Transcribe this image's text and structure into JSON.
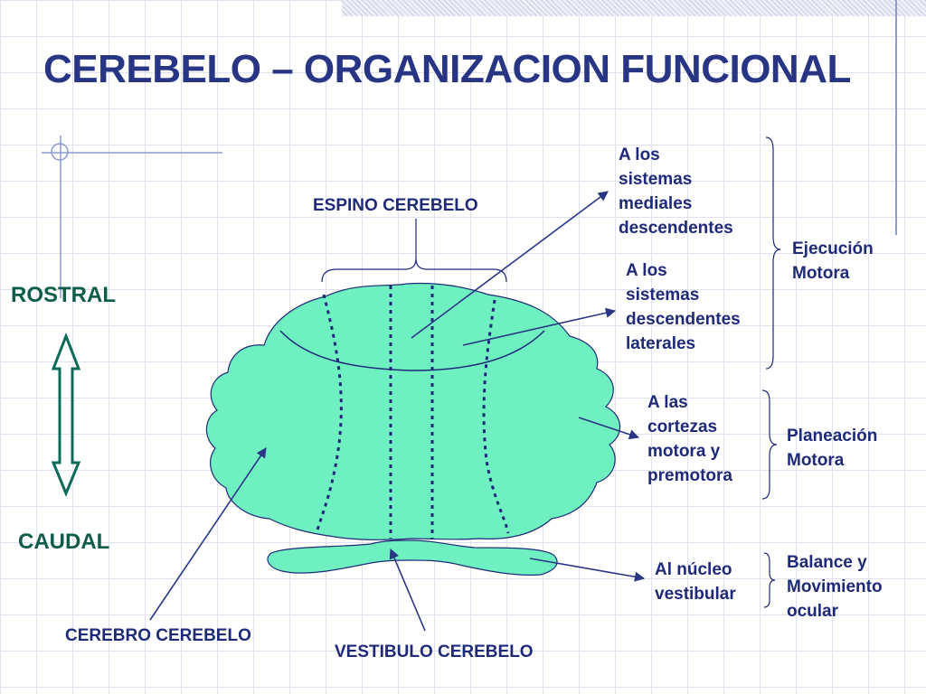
{
  "title": "CEREBELO – ORGANIZACION FUNCIONAL",
  "colors": {
    "cerebellum_fill": "#6ff0c0",
    "text_navy": "#1e2a78",
    "title_blue": "#283585",
    "side_green": "#0e5c4a",
    "arrow_green": "#0b6b58"
  },
  "orientation": {
    "rostral": "ROSTRAL",
    "caudal": "CAUDAL"
  },
  "regions": {
    "spinocerebellum": "ESPINO CEREBELO",
    "cerebrocerebellum": "CEREBRO CEREBELO",
    "vestibulocerebellum": "VESTIBULO CEREBELO"
  },
  "targets": {
    "medial": [
      "A los",
      "sistemas",
      "mediales",
      "descendentes"
    ],
    "lateral": [
      "A los",
      "sistemas",
      "descendentes",
      "laterales"
    ],
    "cortex": [
      "A las",
      "cortezas",
      "motora y",
      "premotora"
    ],
    "vestibular": [
      "Al núcleo",
      "vestibular"
    ]
  },
  "functions": {
    "execution": [
      "Ejecución",
      "Motora"
    ],
    "planning": [
      "Planeación",
      "Motora"
    ],
    "balance": [
      "Balance y",
      "Movimiento",
      "ocular"
    ]
  }
}
